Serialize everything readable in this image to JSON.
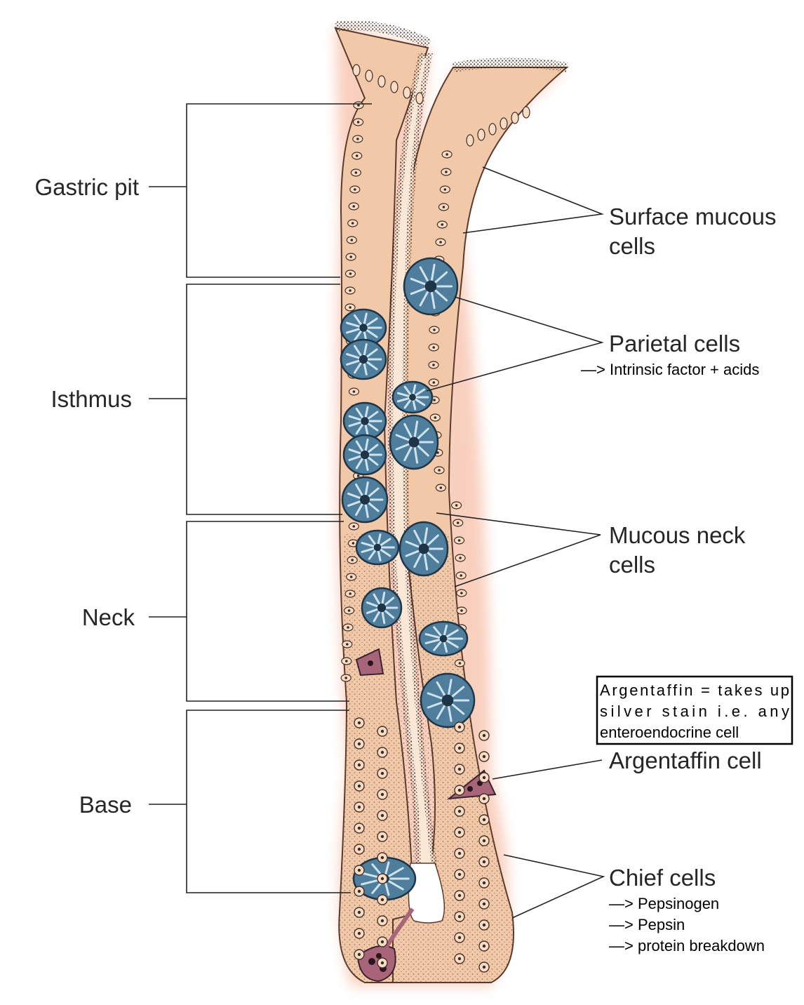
{
  "regions": [
    {
      "id": "gastric-pit",
      "label": "Gastric pit"
    },
    {
      "id": "isthmus",
      "label": "Isthmus"
    },
    {
      "id": "neck",
      "label": "Neck"
    },
    {
      "id": "base",
      "label": "Base"
    }
  ],
  "cells": {
    "surface_mucous": {
      "line1": "Surface mucous",
      "line2": "cells"
    },
    "parietal": {
      "label": "Parietal cells",
      "note": "—> Intrinsic factor + acids"
    },
    "mucous_neck": {
      "line1": "Mucous neck",
      "line2": "cells"
    },
    "argentaffin": {
      "label": "Argentaffin cell"
    },
    "chief": {
      "label": "Chief cells",
      "notes": [
        "—> Pepsinogen",
        "—> Pepsin",
        "—> protein breakdown"
      ]
    }
  },
  "note_box": {
    "lines": [
      "Argentaffin = takes up",
      "silver stain i.e. any",
      "enteroendocrine cell"
    ]
  },
  "colors": {
    "epithelium": "#f2c9a8",
    "epithelium_dark": "#e2a888",
    "glow": "#f5a98a",
    "parietal": "#4f7d9c",
    "parietal_dark": "#1e3447",
    "argentaffin": "#a8657a",
    "stipple": "#3a2a22"
  }
}
